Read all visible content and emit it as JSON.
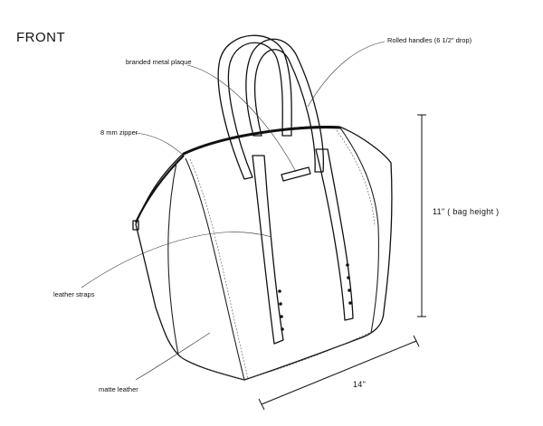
{
  "title": "FRONT",
  "callouts": {
    "rolled_handles": "Rolled handles  (6 1/2\" drop)",
    "metal_plaque": "branded  metal  plaque",
    "zipper": "8  mm  zipper",
    "leather_straps": "leather  straps",
    "matte_leather": "matte  leather"
  },
  "dimensions": {
    "height": "11\"  ( bag  height )",
    "width": "14\""
  },
  "colors": {
    "bag_fill": "#c9c9c9",
    "outline": "#111111",
    "strap_fill": "#ffffff"
  }
}
